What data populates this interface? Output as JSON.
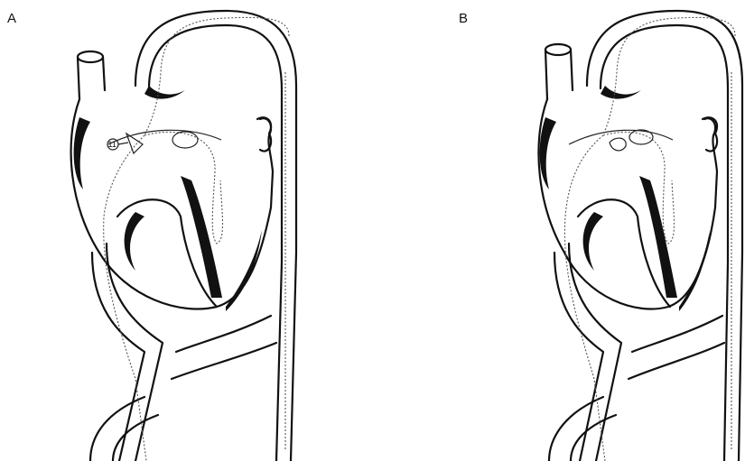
{
  "panels": [
    {
      "label": "A",
      "marker": "11"
    },
    {
      "label": "B"
    }
  ]
}
